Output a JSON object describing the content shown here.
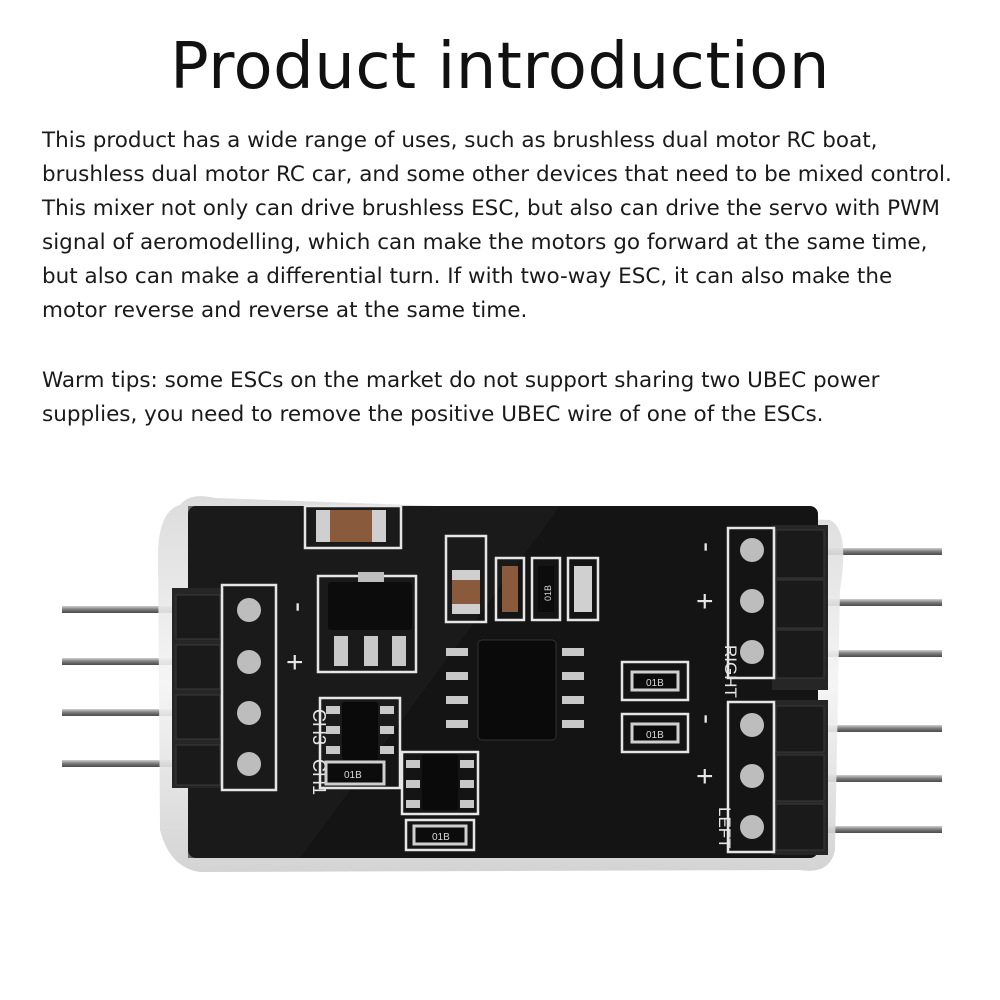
{
  "page": {
    "title": "Product introduction",
    "paragraph1": "This product has a wide range of uses, such as brushless dual motor RC boat, brushless dual motor RC car, and some other devices that need to be mixed control. This mixer not only can drive brushless ESC, but also can drive the servo with PWM signal of aeromodelling, which can make the motors go forward at the same time, but also can make a differential turn. If with two-way ESC, it can also make the motor reverse and reverse at the same time.",
    "paragraph2": "Warm tips: some ESCs on the market do not support sharing two UBEC power supplies, you need to remove the positive UBEC wire of one of the ESCs."
  },
  "board": {
    "left_labels": {
      "minus": "-",
      "plus": "+",
      "ch3": "CH3",
      "ch1": "CH1"
    },
    "right_labels": {
      "minus_top": "-",
      "plus_top": "+",
      "right": "RIGHT",
      "minus_bottom": "-",
      "plus_bottom": "+",
      "left": "LEFT"
    },
    "resistor_code": "01B",
    "colors": {
      "pcb": "#141414",
      "silkscreen": "#e6e6e6",
      "header": "#2a2a2a",
      "pin": "#9a9a9a"
    }
  }
}
